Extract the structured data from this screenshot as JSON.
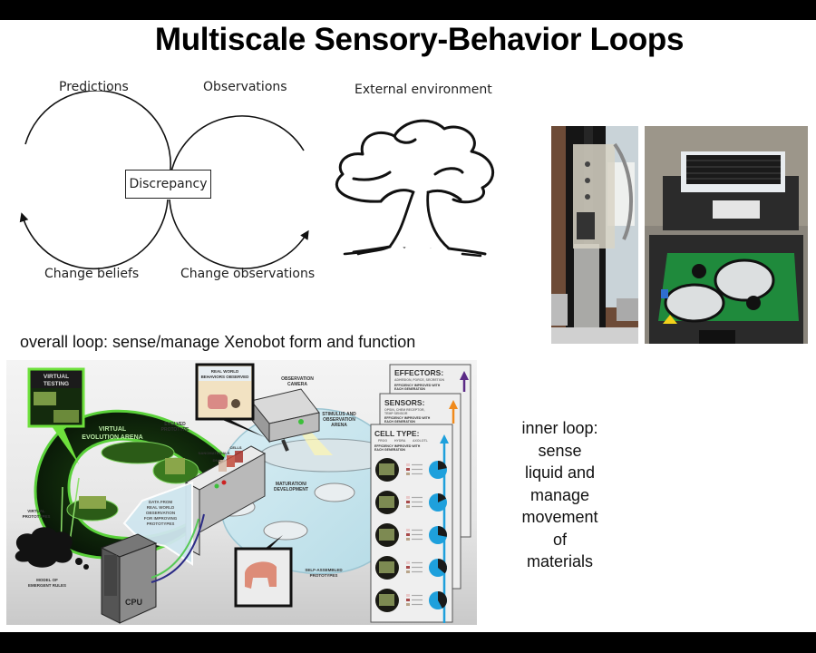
{
  "slide": {
    "title": "Multiscale Sensory-Behavior Loops"
  },
  "loop_diagram": {
    "predictions": "Predictions",
    "observations": "Observations",
    "discrepancy": "Discrepancy",
    "change_beliefs": "Change beliefs",
    "change_observations": "Change observations"
  },
  "environment": {
    "label": "External environment"
  },
  "captions": {
    "overall": "overall loop: sense/manage Xenobot form and function",
    "inner_lines": [
      "inner loop:",
      "sense",
      "liquid and",
      "manage",
      "movement",
      "of",
      "materials"
    ]
  },
  "xenobot_diagram": {
    "virtual_testing": [
      "VIRTUAL",
      "TESTING"
    ],
    "virtual_evolution_arena": [
      "VIRTUAL",
      "EVOLUTION ARENA"
    ],
    "evolved_prototype": [
      "EVOLVED",
      "PROTOTYPE"
    ],
    "real_world_behaviors": [
      "REAL WORLD",
      "BEHAVIORS OBSERVED"
    ],
    "observation_camera": [
      "OBSERVATION",
      "CAMERA"
    ],
    "stimulus_arena": [
      "STIMULUS AND",
      "OBSERVATION",
      "ARENA"
    ],
    "cells": "CELLS",
    "nanomaterials": "NANOMATERIALS",
    "dna": "DNA",
    "maturation": [
      "MATURATION/",
      "DEVELOPMENT"
    ],
    "data_from": [
      "DATA FROM",
      "REAL WORLD",
      "OBSERVATION",
      "FOR IMPROVING",
      "PROTOTYPES"
    ],
    "virtual_prototypes": [
      "VIRTUAL",
      "PROTOTYPES"
    ],
    "model_rules": [
      "MODEL OF",
      "EMERGENT RULES"
    ],
    "cpu": "CPU",
    "self_assembled": [
      "SELF-ASSEMBLED",
      "PROTOTYPES"
    ],
    "effectors": {
      "title": "EFFECTORS:",
      "sub": "ADHESION, FORCE, SECRETION",
      "note": [
        "EFFICIENCY IMPROVED WITH",
        "EACH GENERATION"
      ],
      "color": "#5b2a86"
    },
    "sensors": {
      "title": "SENSORS:",
      "sub": [
        "OPSIN, CHEM RECEPTOR,",
        "TEMP SENSOR"
      ],
      "note": [
        "EFFICIENCY IMPROVED WITH",
        "EACH GENERATION"
      ],
      "color": "#f08a1c"
    },
    "cell_type": {
      "title": "CELL TYPE:",
      "sub": [
        "FROG",
        "HYDRA",
        "AXOLOTL"
      ],
      "note": [
        "EFFICIENCY IMPROVED WITH",
        "EACH GENERATION"
      ],
      "color": "#1ea0dc",
      "pie_fractions": [
        0.22,
        0.18,
        0.28,
        0.36,
        0.42
      ]
    }
  }
}
